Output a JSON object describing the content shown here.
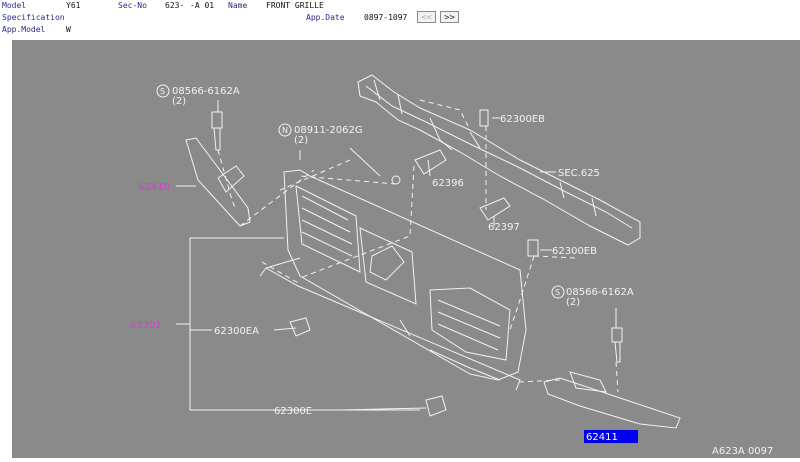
{
  "header": {
    "model_label": "Model",
    "model_value": "Y61",
    "secno_label": "Sec-No",
    "secno_value": "623-",
    "secno_suffix": "-A 01",
    "name_label": "Name",
    "name_value": "FRONT GRILLE",
    "spec_label": "Specification",
    "appdate_label": "App.Date",
    "appdate_value": "0897-1097",
    "appmodel_label": "App.Model",
    "appmodel_value": "W",
    "prev_button": "<<",
    "next_button": ">>"
  },
  "diagram": {
    "colors": {
      "background": "#8a8a8a",
      "line": "#f2f2f2",
      "highlight_text": "#d63fd6",
      "selected_bg": "#0000ee",
      "selected_text": "#ffffff"
    },
    "callouts": {
      "screw_top_left": "08566-6162A",
      "screw_top_left_qty": "(2)",
      "nut": "08911-2062G",
      "nut_qty": "(2)",
      "clip_top": "62300EB",
      "sec": "SEC.625",
      "bracket_a": "62396",
      "bracket_b": "62397",
      "clip_right": "62300EB",
      "screw_right": "08566-6162A",
      "screw_right_qty": "(2)",
      "molding_left": "62410",
      "grille": "62301",
      "clip_ea": "62300EA",
      "clip_e": "62300E",
      "molding_right_selected": "62411",
      "figure_code": "A623A 0097"
    }
  }
}
